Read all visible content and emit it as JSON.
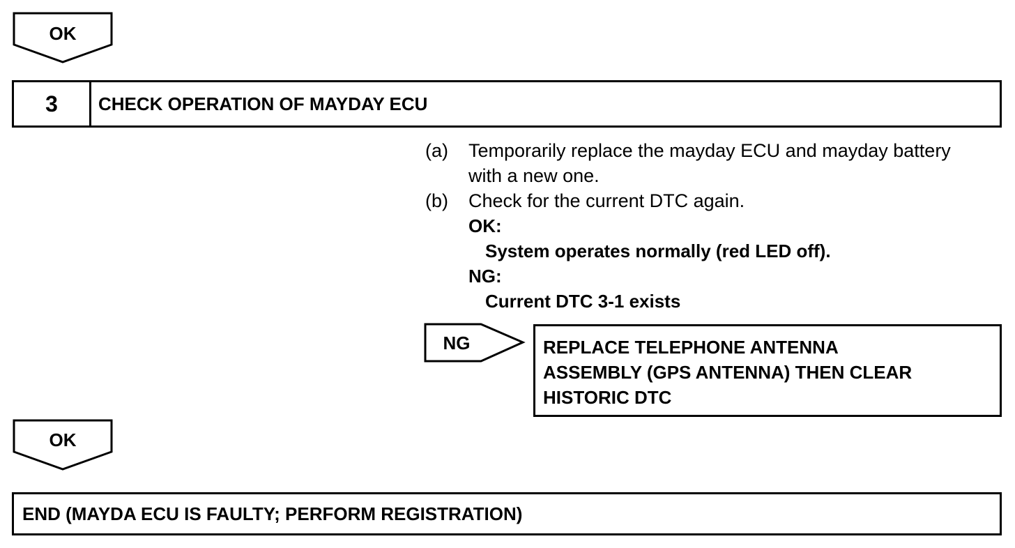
{
  "top_result": {
    "label": "OK"
  },
  "step": {
    "number": "3",
    "title": "CHECK OPERATION OF MAYDAY ECU"
  },
  "instructions": [
    {
      "label": "(a)",
      "text": "Temporarily replace the mayday ECU and mayday battery with a new one."
    },
    {
      "label": "(b)",
      "text": "Check for the current DTC again."
    }
  ],
  "criteria": {
    "ok_label": "OK:",
    "ok_text": "System operates normally (red LED off).",
    "ng_label": "NG:",
    "ng_text": "Current DTC 3-1 exists"
  },
  "ng_branch": {
    "label": "NG",
    "action_lines": [
      "REPLACE TELEPHONE ANTENNA",
      "ASSEMBLY (GPS ANTENNA) THEN CLEAR",
      "HISTORIC DTC"
    ]
  },
  "bottom_result": {
    "label": "OK"
  },
  "end": {
    "text": "END (MAYDA ECU IS FAULTY; PERFORM REGISTRATION)"
  }
}
